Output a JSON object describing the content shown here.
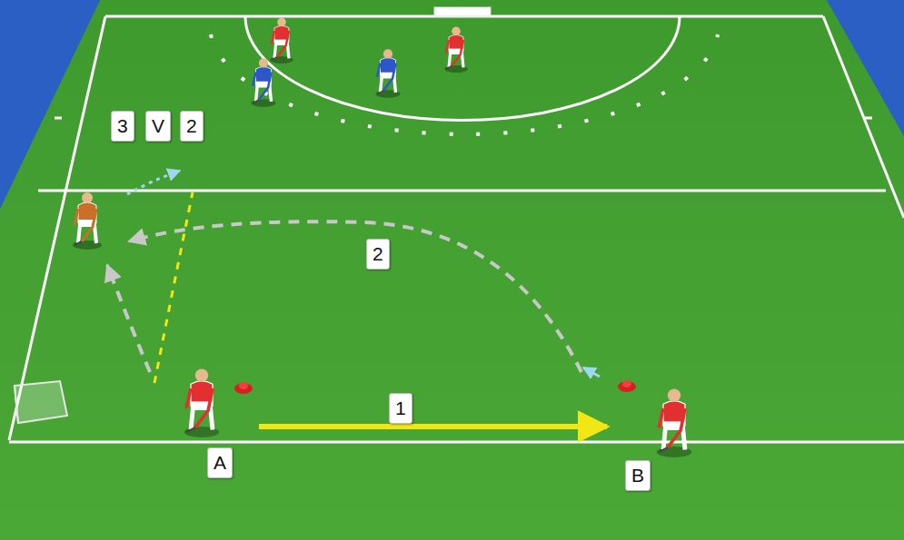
{
  "diagram": {
    "labels": [
      "3",
      "V",
      "2",
      "2",
      "1",
      "A",
      "B"
    ]
  }
}
